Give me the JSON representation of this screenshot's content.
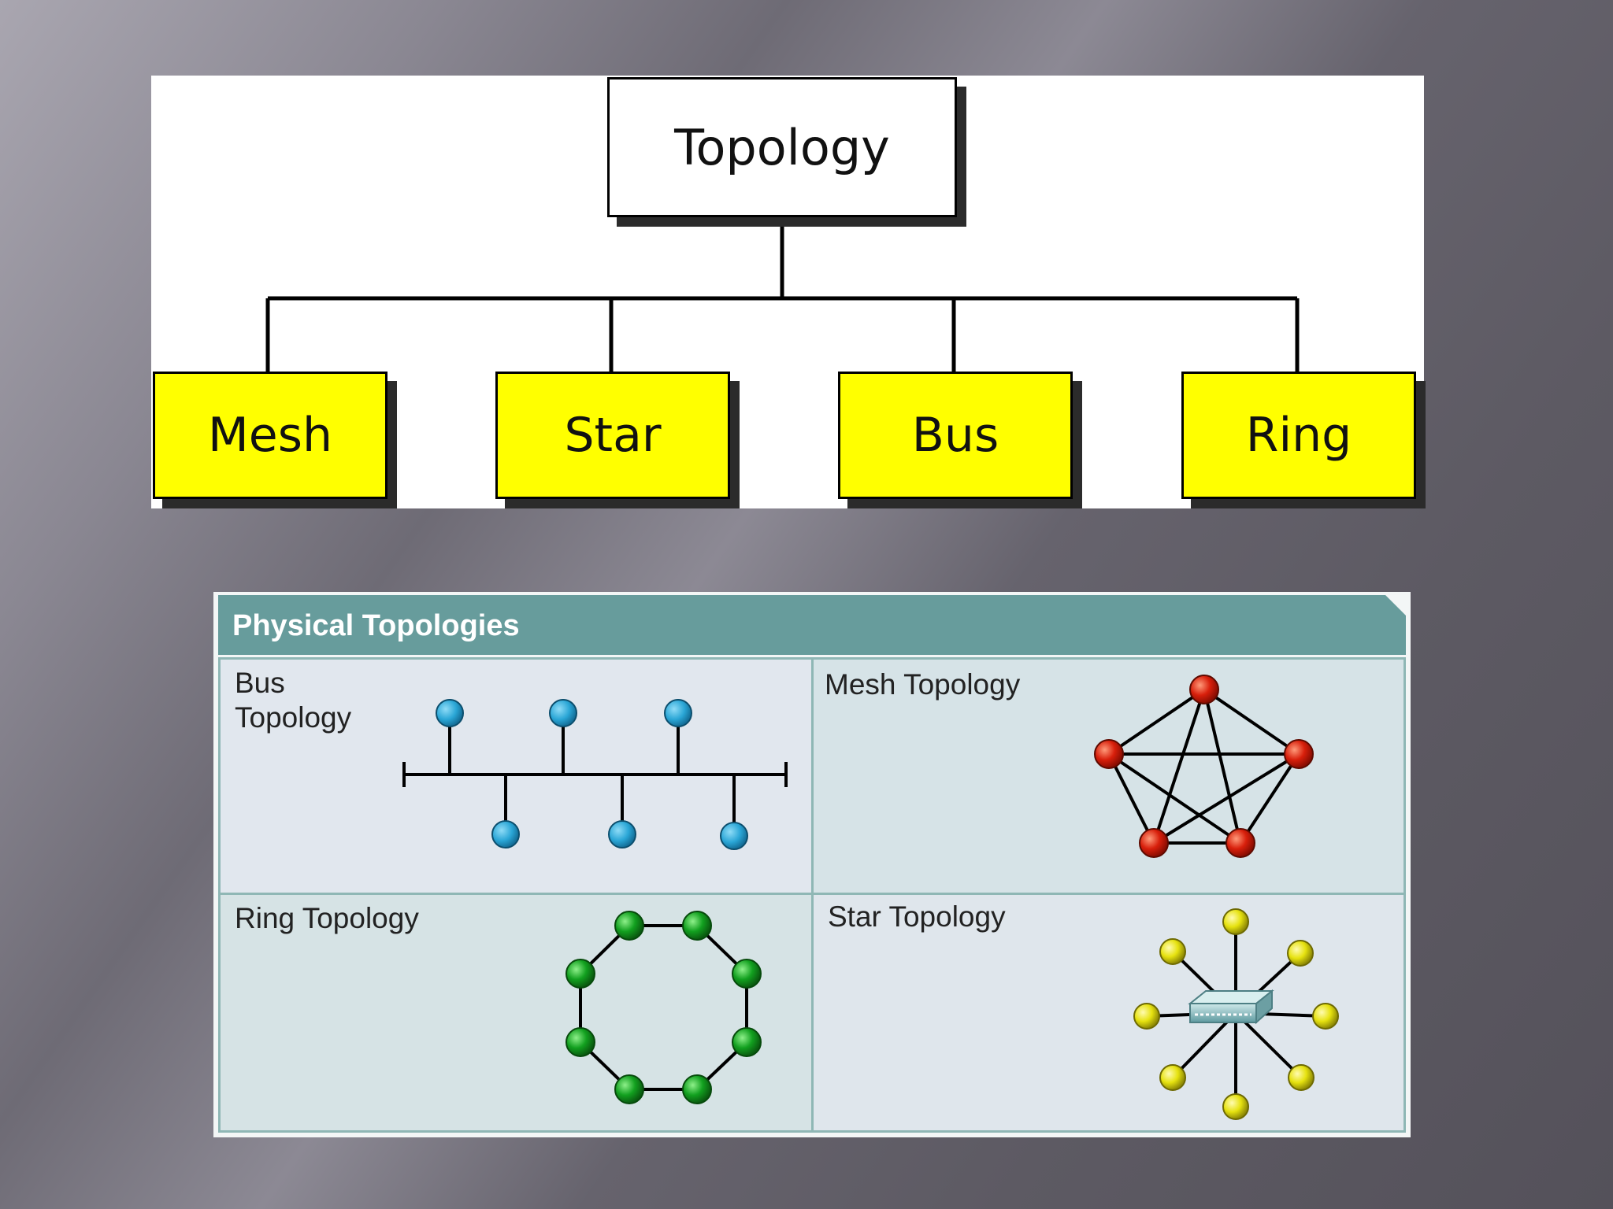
{
  "tree": {
    "root": "Topology",
    "children": [
      "Mesh",
      "Star",
      "Bus",
      "Ring"
    ],
    "root_fill": "#ffffff",
    "child_fill": "#ffff00"
  },
  "physical": {
    "title": "Physical Topologies",
    "header_color": "#679c9c",
    "bus_label_line1": "Bus",
    "bus_label_line2": "Topology",
    "mesh_label": "Mesh Topology",
    "ring_label": "Ring Topology",
    "star_label": "Star Topology",
    "node_colors": {
      "bus": "#2aa6d6",
      "mesh": "#d81f0b",
      "ring": "#12a01f",
      "star": "#e6e20f"
    }
  }
}
